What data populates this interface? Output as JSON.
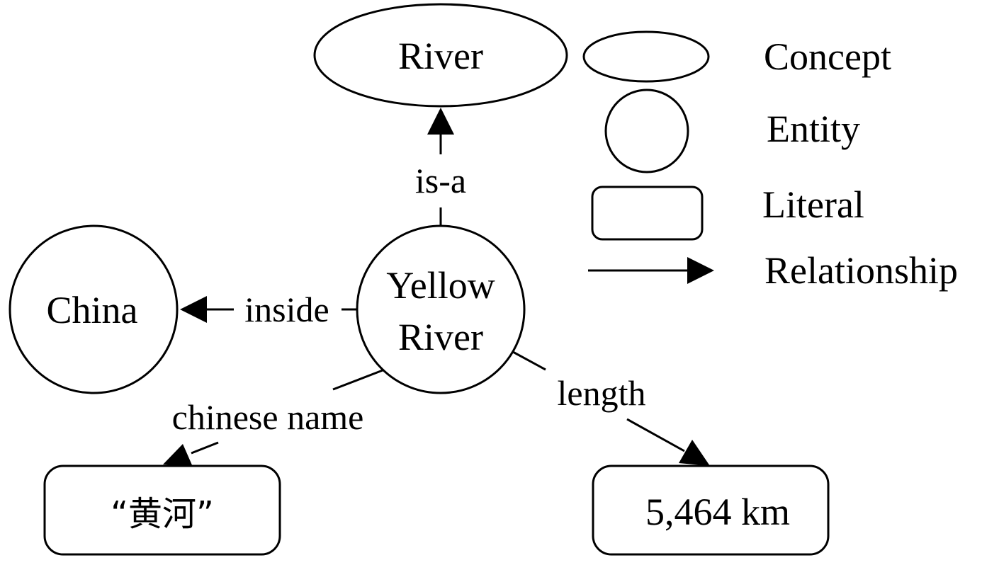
{
  "diagram": {
    "nodes": {
      "river_concept": "River",
      "yellow_river_line1": "Yellow",
      "yellow_river_line2": "River",
      "china": "China",
      "chinese_name_literal": "“黄河”",
      "length_literal": "5,464 km"
    },
    "edges": {
      "is_a": "is-a",
      "inside": "inside",
      "chinese_name": "chinese name",
      "length": "length"
    },
    "legend": {
      "concept": "Concept",
      "entity": "Entity",
      "literal": "Literal",
      "relationship": "Relationship"
    }
  }
}
